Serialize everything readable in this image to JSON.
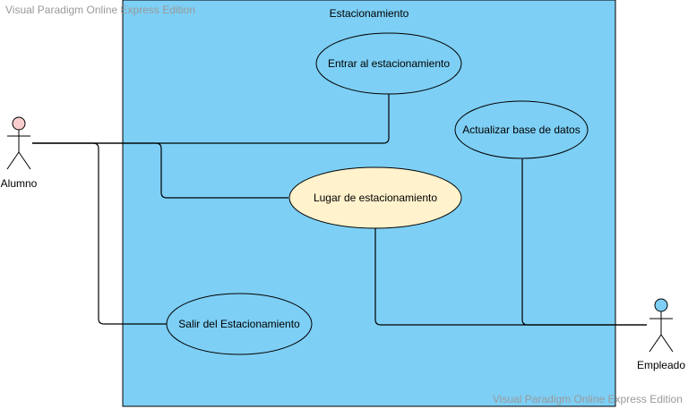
{
  "watermark": {
    "top": "Visual Paradigm Online Express Edition",
    "bottom": "Visual Paradigm Online Express Edition"
  },
  "system": {
    "title": "Estacionamiento",
    "fill": "#7dcff5"
  },
  "actors": {
    "alumno": {
      "label": "Alumno",
      "head_color": "#f8cecc"
    },
    "empleado": {
      "label": "Empleado",
      "head_color": "#7dcff5"
    }
  },
  "use_cases": {
    "entrar": {
      "label": "Entrar al estacionamiento",
      "fill": "#7dcff5"
    },
    "actualizar": {
      "label": "Actualizar base de datos",
      "fill": "#7dcff5"
    },
    "lugar": {
      "label": "Lugar de estacionamiento",
      "fill": "#fff2cc"
    },
    "salir": {
      "label": "Salir del Estacionamiento",
      "fill": "#7dcff5"
    }
  }
}
